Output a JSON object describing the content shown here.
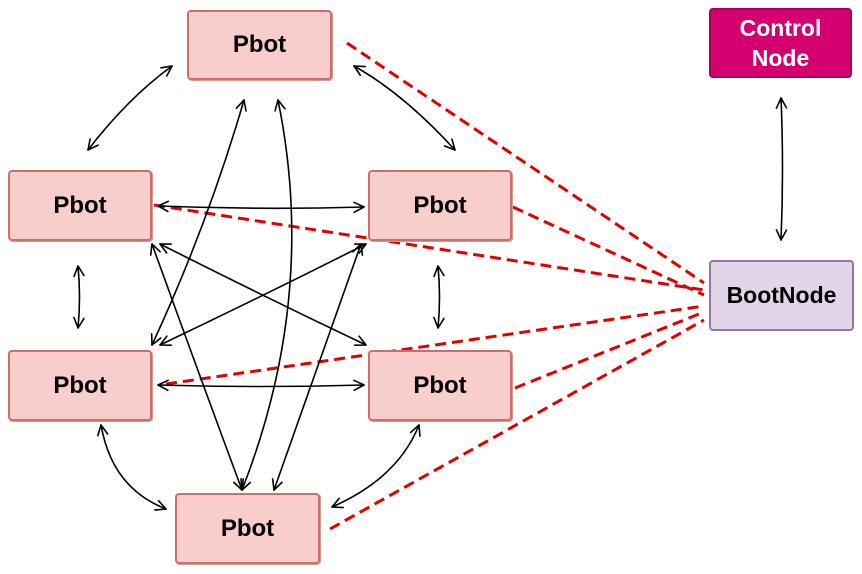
{
  "nodes": {
    "pbot_top": "Pbot",
    "pbot_upper_left": "Pbot",
    "pbot_upper_right": "Pbot",
    "pbot_lower_left": "Pbot",
    "pbot_lower_right": "Pbot",
    "pbot_bottom": "Pbot",
    "control_line1": "Control",
    "control_line2": "Node",
    "bootnode": "BootNode"
  },
  "colors": {
    "pbot_fill": "#f8cecc",
    "pbot_border": "#c9706c",
    "control_fill": "#d5006f",
    "bootnode_fill": "#e1d5e7",
    "bootnode_border": "#9673a6",
    "dashed_link": "#e00000",
    "arrow": "#000000"
  },
  "links": {
    "bidirectional_arrows": [
      "pbot_top-pbot_upper_left",
      "pbot_top-pbot_upper_right",
      "pbot_upper_left-pbot_upper_right",
      "pbot_upper_left-pbot_lower_left",
      "pbot_upper_right-pbot_lower_right",
      "pbot_lower_left-pbot_lower_right",
      "pbot_lower_left-pbot_bottom",
      "pbot_lower_right-pbot_bottom",
      "pbot_top-pbot_lower_left",
      "pbot_top-pbot_bottom",
      "pbot_upper_left-pbot_bottom",
      "pbot_upper_right-pbot_bottom",
      "pbot_upper_left-pbot_lower_right",
      "pbot_upper_right-pbot_lower_left",
      "control-bootnode"
    ],
    "dashed_to_bootnode": [
      "pbot_top",
      "pbot_upper_left",
      "pbot_upper_right",
      "pbot_lower_left",
      "pbot_lower_right",
      "pbot_bottom"
    ]
  }
}
